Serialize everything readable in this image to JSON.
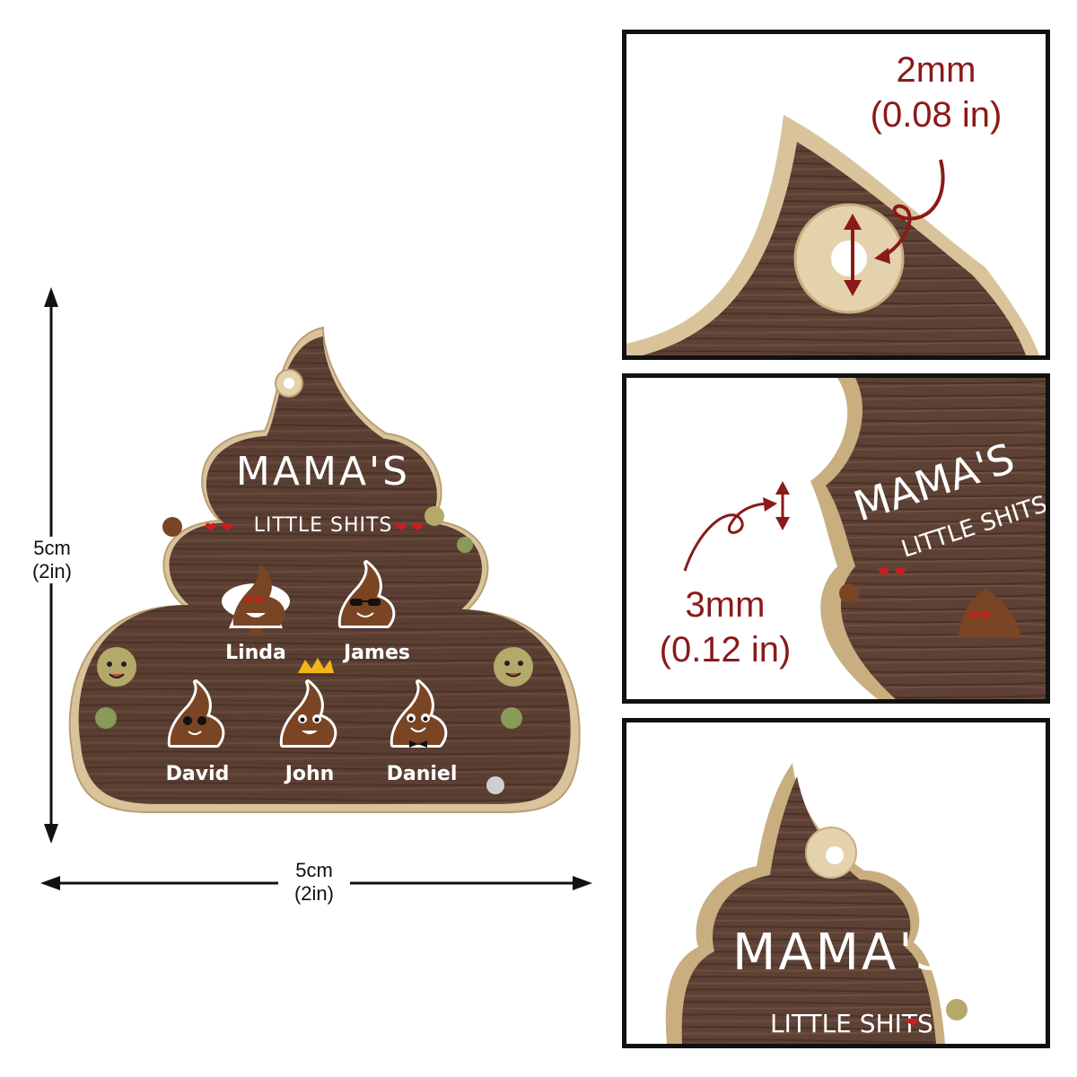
{
  "ornament": {
    "title": "MAMA'S",
    "subtitle": "LITTLE SHITS",
    "names": [
      "Linda",
      "James",
      "David",
      "John",
      "Daniel"
    ]
  },
  "dimensions": {
    "height_cm": "5cm",
    "height_in": "(2in)",
    "width_cm": "5cm",
    "width_in": "(2in)"
  },
  "callouts": {
    "hole_mm": "2mm",
    "hole_in": "(0.08 in)",
    "thickness_mm": "3mm",
    "thickness_in": "(0.12 in)"
  },
  "colors": {
    "wood_dark": "#5a3e32",
    "wood_edge": "#d9c39a",
    "callout_red": "#8a1a1a",
    "poop_brown": "#7a4524"
  }
}
